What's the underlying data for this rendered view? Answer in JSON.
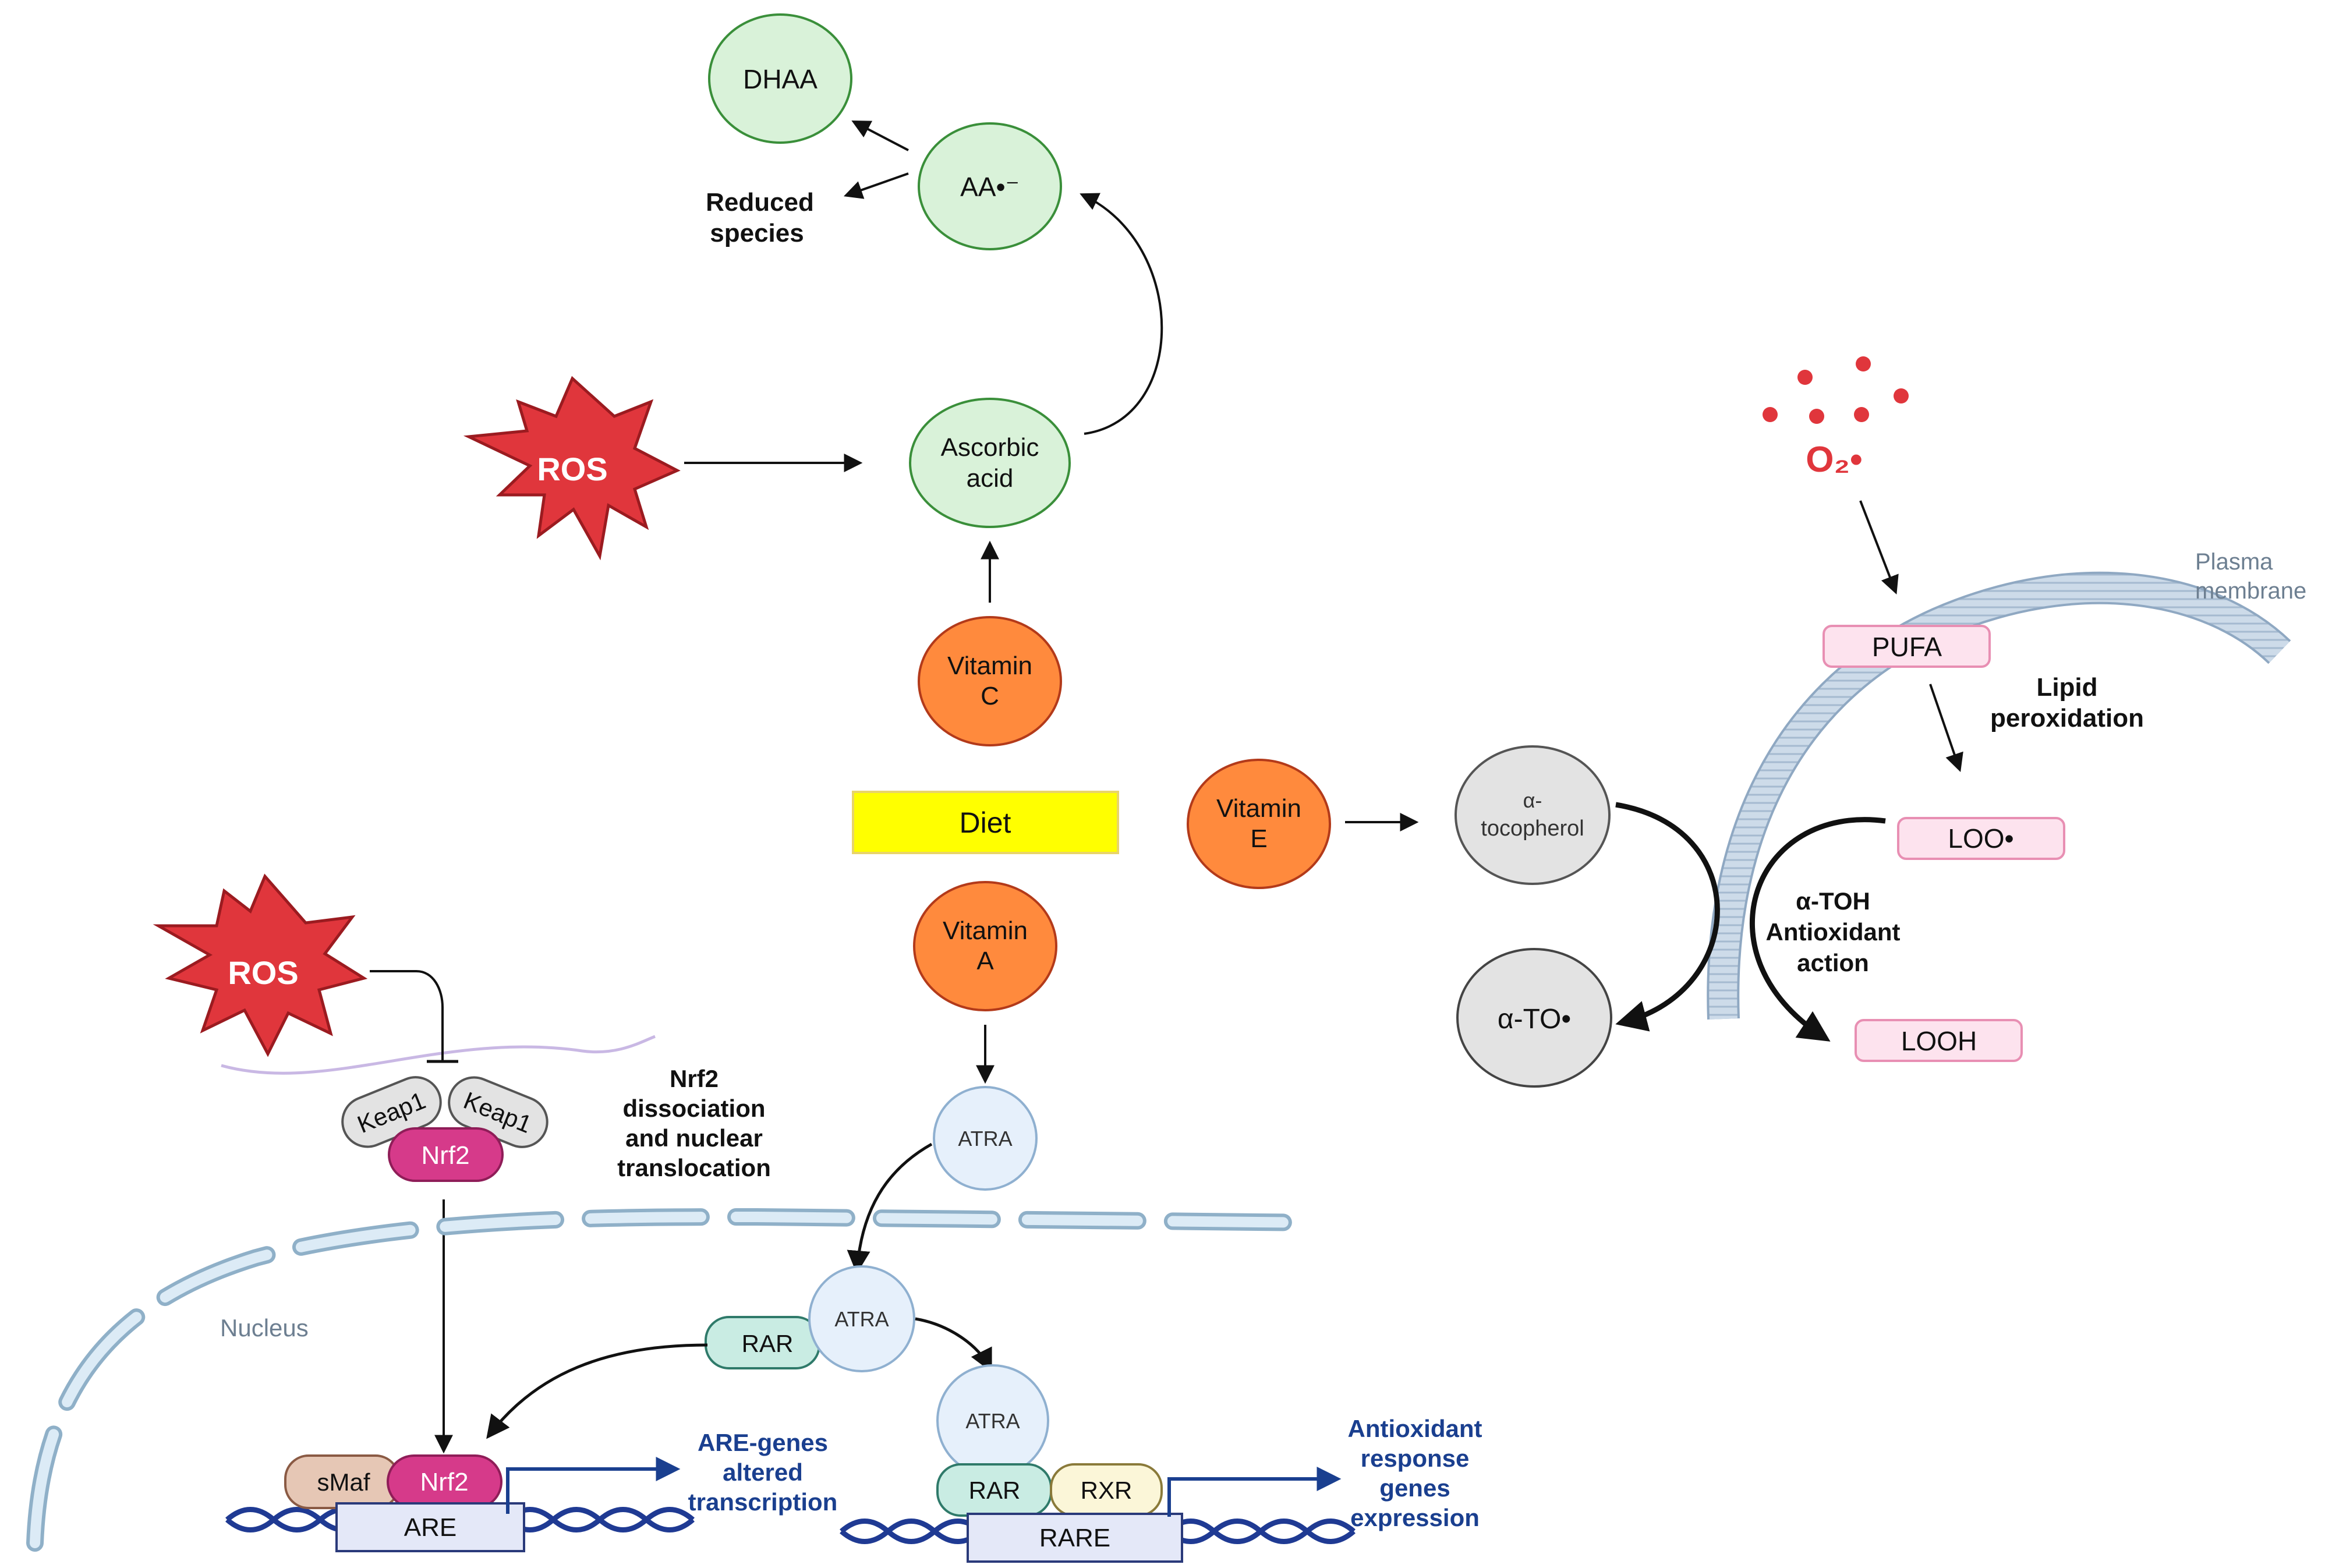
{
  "labels": {
    "dhaa": "DHAA",
    "aa_radical": "AA•⁻",
    "reduced_1": "Reduced",
    "reduced_2": "species",
    "ros_top": "ROS",
    "ascorbic_1": "Ascorbic",
    "ascorbic_2": "acid",
    "vitc_1": "Vitamin",
    "vitc_2": "C",
    "diet": "Diet",
    "vita_1": "Vitamin",
    "vita_2": "A",
    "vite_1": "Vitamin",
    "vite_2": "E",
    "ros_left": "ROS",
    "keap1_a": "Keap1",
    "keap1_b": "Keap1",
    "nrf2_top": "Nrf2",
    "nrf2_diss_1": "Nrf2",
    "nrf2_diss_2": "dissociation",
    "nrf2_diss_3": "and nuclear",
    "nrf2_diss_4": "translocation",
    "atra_1": "ATRA",
    "atra_2": "ATRA",
    "atra_3": "ATRA",
    "nucleus": "Nucleus",
    "rar_1": "RAR",
    "rar_2": "RAR",
    "rxr": "RXR",
    "smaf": "sMaf",
    "nrf2_bottom": "Nrf2",
    "are": "ARE",
    "rare": "RARE",
    "are_genes_1": "ARE-genes",
    "are_genes_2": "altered",
    "are_genes_3": "transcription",
    "antiox_1": "Antioxidant",
    "antiox_2": "response",
    "antiox_3": "genes",
    "antiox_4": "expression",
    "o2": "O₂•",
    "plasma_1": "Plasma",
    "plasma_2": "membrane",
    "pufa": "PUFA",
    "lipid_1": "Lipid",
    "lipid_2": "peroxidation",
    "aToco_1": "α-",
    "aToco_2": "tocopherol",
    "loo": "LOO•",
    "atoh_1": "α-TOH",
    "atoh_2": "Antioxidant",
    "atoh_3": "action",
    "ato": "α-TO•",
    "looh": "LOOH"
  },
  "colors": {
    "green_fill": "#d9f2d9",
    "green_stroke": "#3a8f3a",
    "orange_fill": "#ff8a3d",
    "orange_stroke": "#b33a1a",
    "ros_fill": "#e0363c",
    "ros_stroke": "#9b1b20",
    "diet_fill": "#ffff00",
    "blue_text": "#1a3f8f",
    "dna_blue": "#1f3a93",
    "magenta": "#d63a8a",
    "pink_fill": "#fde3ee",
    "pink_stroke": "#e88fb3",
    "gray_fill": "#e3e3e3",
    "light_blue": "#e6f0fb",
    "teal_fill": "#c9ece3",
    "cream_fill": "#fbf6d8",
    "red_dot": "#e0363c"
  }
}
